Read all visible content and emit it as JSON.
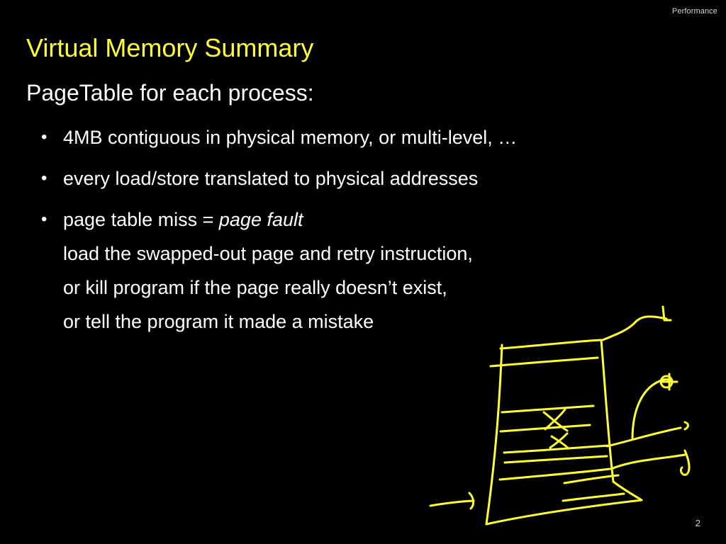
{
  "slide": {
    "section_label": "Performance",
    "title": "Virtual Memory Summary",
    "subtitle": "PageTable for each process:",
    "bullets": [
      {
        "lines": [
          "4MB contiguous in physical memory, or multi-level, …"
        ]
      },
      {
        "lines": [
          "every load/store translated to physical addresses"
        ]
      },
      {
        "lead": "page table miss = ",
        "lead_emphasis": "page fault",
        "lines": [
          "load the swapped-out page and retry instruction,",
          "or kill program if the page really doesn’t exist,",
          "or tell the program it made a mistake"
        ]
      }
    ],
    "bullet_glyph": "•",
    "page_number": "2"
  },
  "colors": {
    "background": "#000000",
    "title": "#ffff33",
    "text": "#ffffff",
    "ink": "#ffff33"
  }
}
